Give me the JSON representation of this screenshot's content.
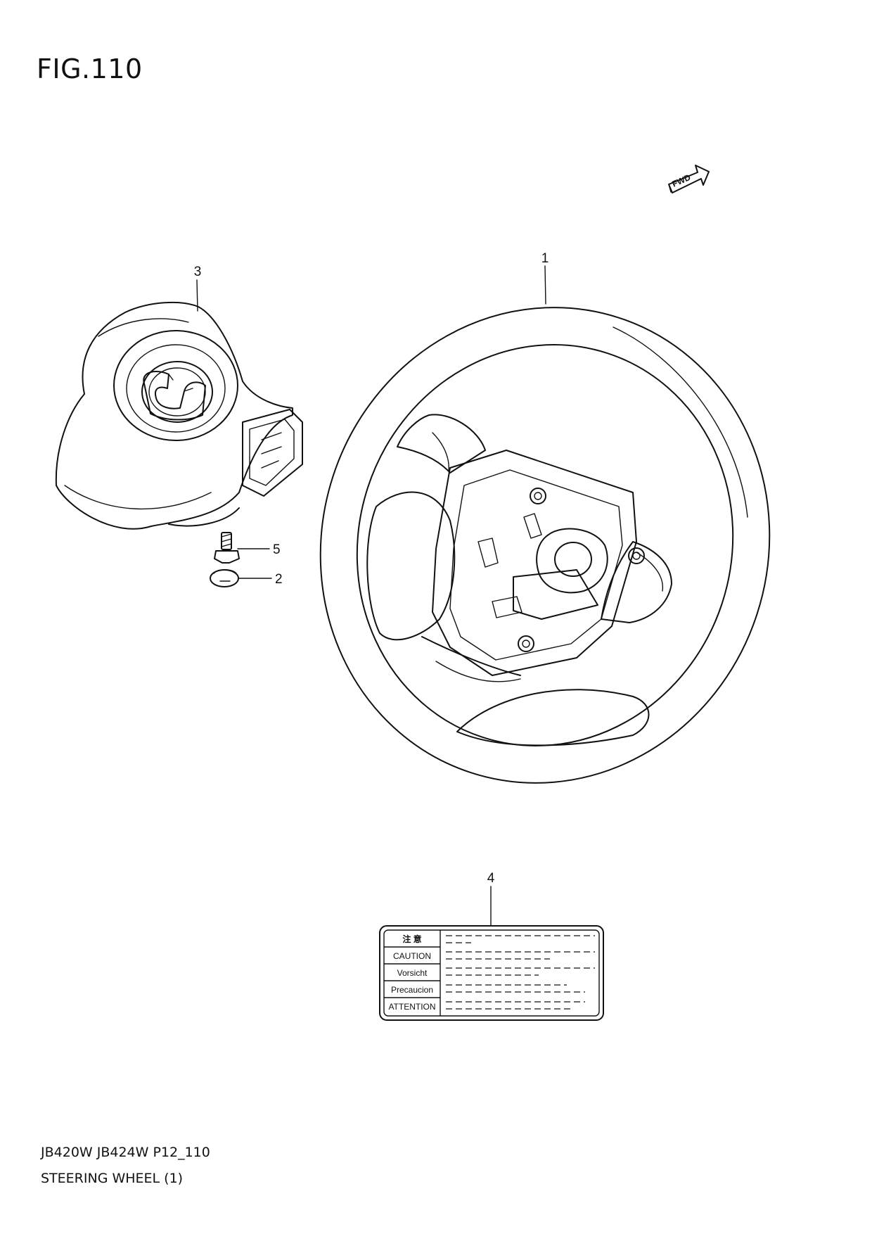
{
  "figure": {
    "title": "FIG.110"
  },
  "orientation": {
    "arrow_text": "FWD"
  },
  "callouts": [
    {
      "id": "1",
      "label": "1"
    },
    {
      "id": "2",
      "label": "2"
    },
    {
      "id": "3",
      "label": "3"
    },
    {
      "id": "4",
      "label": "4"
    },
    {
      "id": "5",
      "label": "5"
    }
  ],
  "caution_label": {
    "rows": [
      "注 意",
      "CAUTION",
      "Vorsicht",
      "Precaucion",
      "ATTENTION"
    ]
  },
  "footer": {
    "model_code": "JB420W JB424W P12_110",
    "section_name": "STEERING WHEEL (1)"
  }
}
